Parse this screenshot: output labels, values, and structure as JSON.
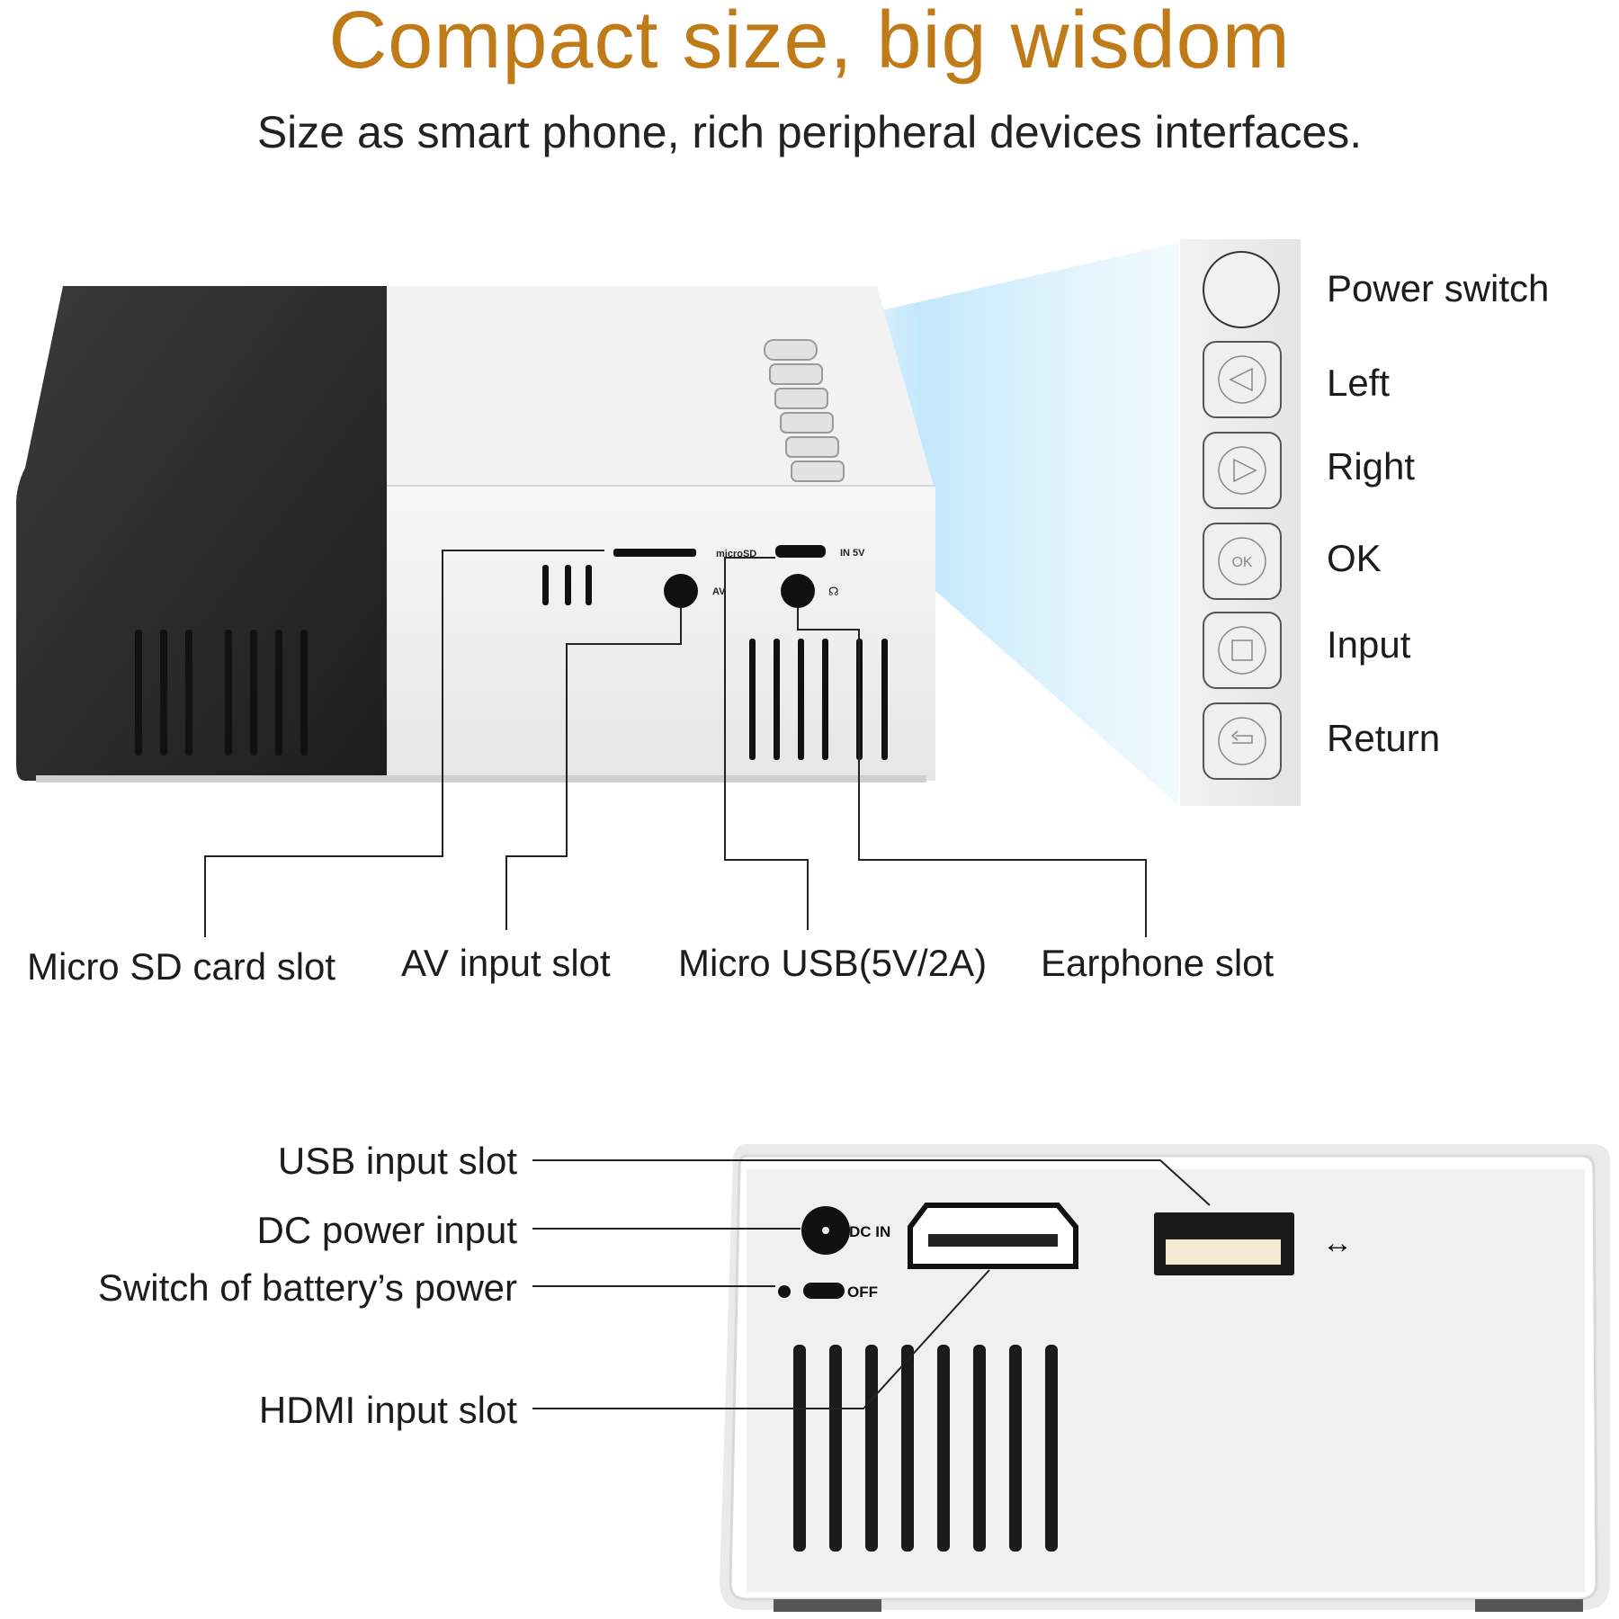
{
  "header": {
    "title": "Compact size, big wisdom",
    "subtitle": "Size as smart phone, rich peripheral devices interfaces."
  },
  "device_markings": {
    "micro_sd": "microSD",
    "in_5v": "IN 5V",
    "av": "AV",
    "ok_key": "OK",
    "dc_in": "DC IN",
    "off": "OFF"
  },
  "control_buttons": [
    {
      "label": "Power switch",
      "icon": "power-button"
    },
    {
      "label": "Left",
      "icon": "triangle-left-icon"
    },
    {
      "label": "Right",
      "icon": "triangle-right-icon"
    },
    {
      "label": "OK",
      "icon": "ok-icon"
    },
    {
      "label": "Input",
      "icon": "input-icon"
    },
    {
      "label": "Return",
      "icon": "return-icon"
    }
  ],
  "side_ports": [
    {
      "label": "Micro SD card slot"
    },
    {
      "label": "AV input slot"
    },
    {
      "label": "Micro USB(5V/2A)"
    },
    {
      "label": "Earphone slot"
    }
  ],
  "rear_ports": [
    {
      "label": "USB input slot"
    },
    {
      "label": "DC power input"
    },
    {
      "label": "Switch of battery’s power"
    },
    {
      "label": "HDMI input slot"
    }
  ],
  "colors": {
    "title": "#c07a18",
    "body_dark": "#2e2e2e",
    "body_light": "#f1f1f1",
    "beam": "#9fd8f5"
  }
}
